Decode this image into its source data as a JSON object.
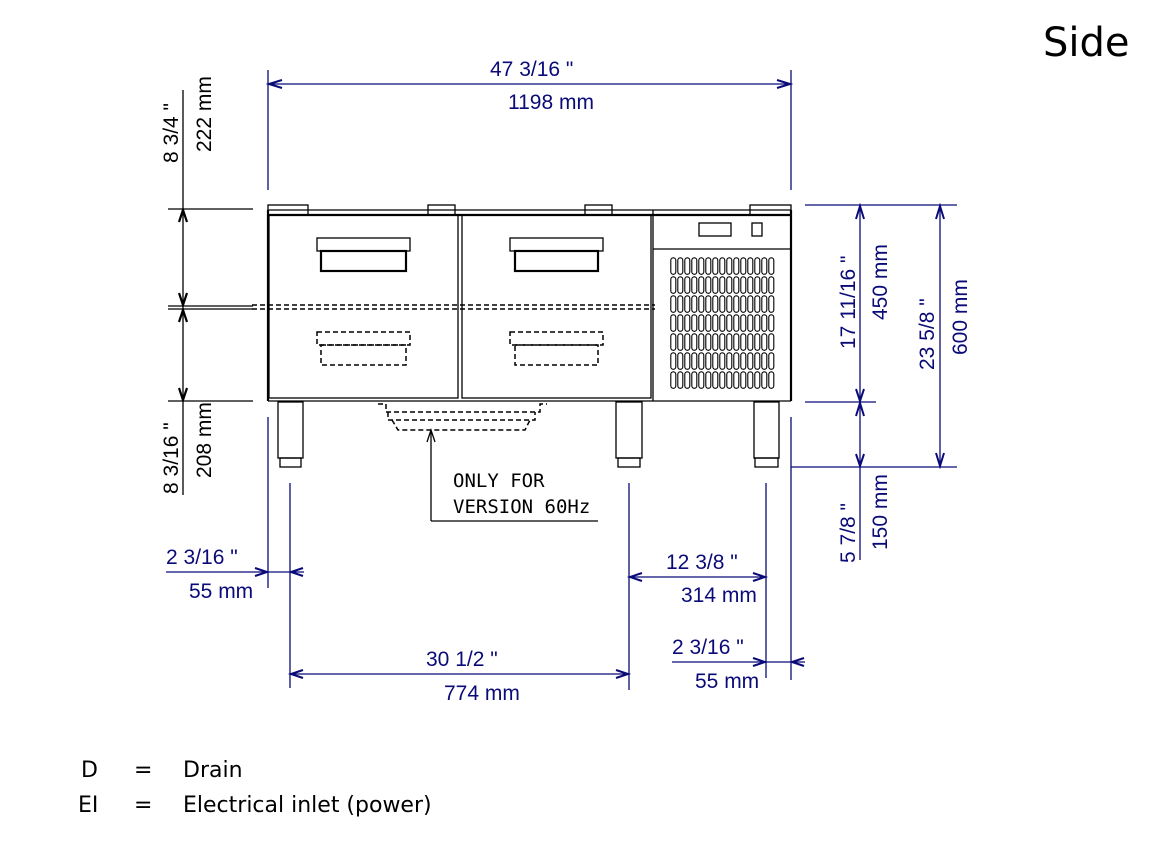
{
  "view_title": "Side",
  "dimensions": {
    "overall_width": {
      "inch": "47 3/16 \"",
      "mm": "1198 mm"
    },
    "top_clearance": {
      "inch": "8 3/4 \"",
      "mm": "222 mm"
    },
    "bottom_clearance": {
      "inch": "8 3/16 \"",
      "mm": "208 mm"
    },
    "body_height": {
      "inch": "17 11/16 \"",
      "mm": "450 mm"
    },
    "total_height": {
      "inch": "23 5/8 \"",
      "mm": "600 mm"
    },
    "leg_height": {
      "inch": "5 7/8 \"",
      "mm": "150 mm"
    },
    "left_leg_offset": {
      "inch": "2 3/16 \"",
      "mm": "55 mm"
    },
    "right_leg_spacing": {
      "inch": "12 3/8 \"",
      "mm": "314 mm"
    },
    "right_leg_offset": {
      "inch": "2 3/16 \"",
      "mm": "55 mm"
    },
    "left_leg_spacing": {
      "inch": "30 1/2 \"",
      "mm": "774 mm"
    }
  },
  "note": {
    "line1": "ONLY FOR",
    "line2": "VERSION 60Hz"
  },
  "legend": [
    {
      "key": "D",
      "eq": "=",
      "value": "Drain"
    },
    {
      "key": "EI",
      "eq": "=",
      "value": "Electrical inlet (power)"
    }
  ]
}
